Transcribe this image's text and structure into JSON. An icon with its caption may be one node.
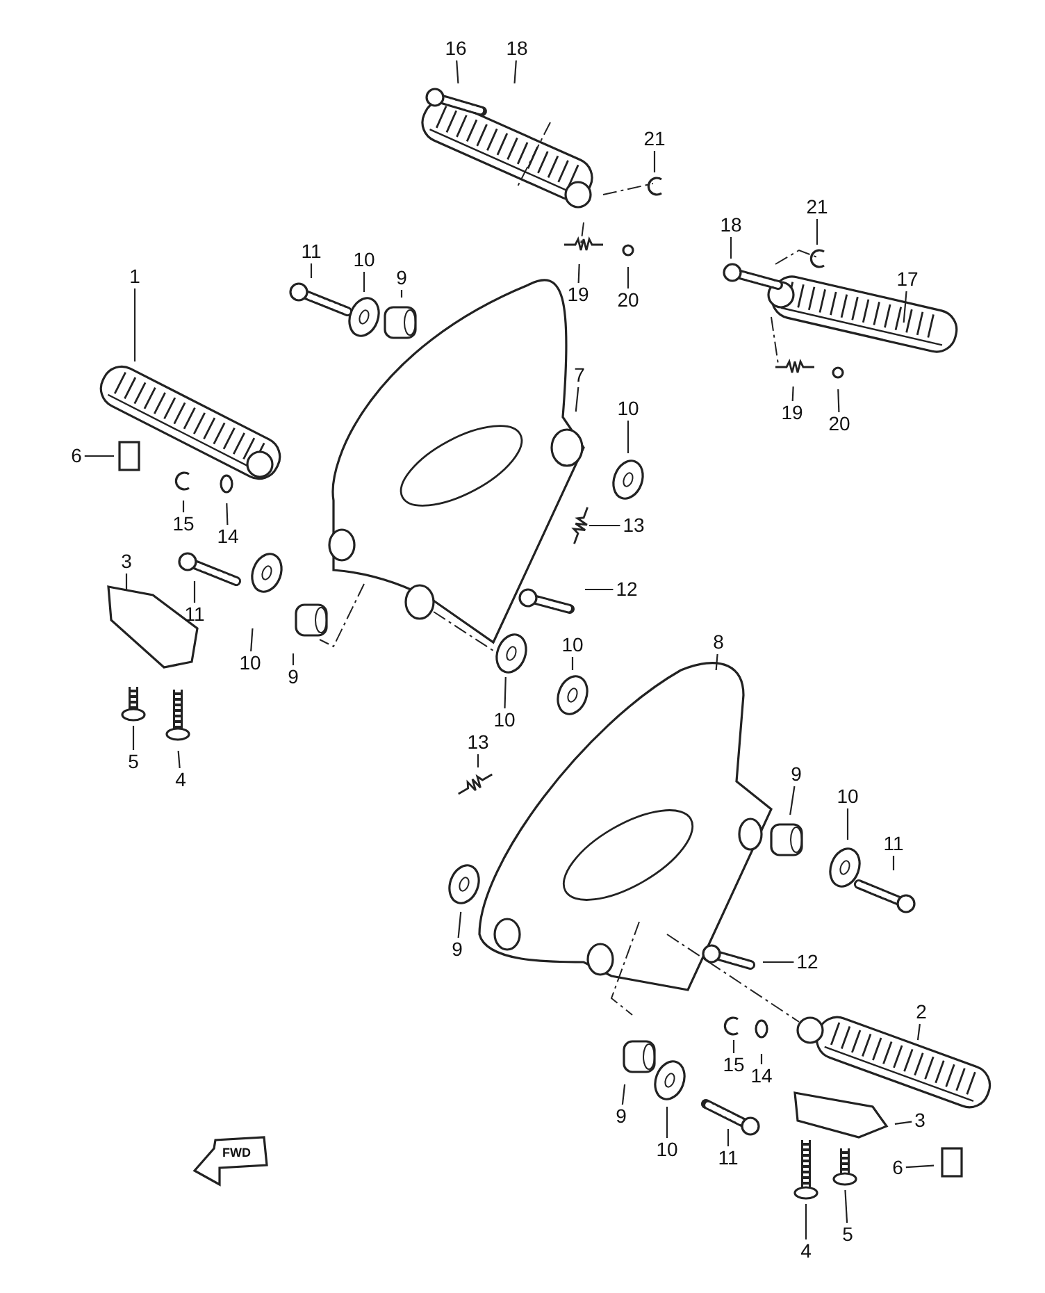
{
  "diagram": {
    "nodes": [
      {
        "text": [
          "16"
        ]
      },
      {
        "text": [
          "18"
        ]
      },
      {
        "text": [
          "21"
        ]
      },
      {
        "text": [
          "18"
        ]
      },
      {
        "text": [
          "21"
        ]
      },
      {
        "text": [
          "11"
        ]
      },
      {
        "text": [
          "10"
        ]
      },
      {
        "text": [
          "9"
        ]
      },
      {
        "text": [
          "19"
        ]
      },
      {
        "text": [
          "20"
        ]
      },
      {
        "text": [
          "17"
        ]
      },
      {
        "text": [
          "1"
        ]
      },
      {
        "text": [
          "7"
        ]
      },
      {
        "text": [
          "10"
        ]
      },
      {
        "text": [
          "6"
        ]
      },
      {
        "text": [
          "19"
        ]
      },
      {
        "text": [
          "20"
        ]
      },
      {
        "text": [
          "15"
        ]
      },
      {
        "text": [
          "14"
        ]
      },
      {
        "text": [
          "13"
        ]
      },
      {
        "text": [
          "3"
        ]
      },
      {
        "text": [
          "11"
        ]
      },
      {
        "text": [
          "12"
        ]
      },
      {
        "text": [
          "10"
        ]
      },
      {
        "text": [
          "9"
        ]
      },
      {
        "text": [
          "8"
        ]
      },
      {
        "text": [
          "10"
        ]
      },
      {
        "text": [
          "10"
        ]
      },
      {
        "text": [
          "5"
        ]
      },
      {
        "text": [
          "4"
        ]
      },
      {
        "text": [
          "13"
        ]
      },
      {
        "text": [
          "9"
        ]
      },
      {
        "text": [
          "10"
        ]
      },
      {
        "text": [
          "11"
        ]
      },
      {
        "text": [
          "9"
        ]
      },
      {
        "text": [
          "12"
        ]
      },
      {
        "text": [
          "2"
        ]
      },
      {
        "text": [
          "15"
        ]
      },
      {
        "text": [
          "14"
        ]
      },
      {
        "text": [
          "9"
        ]
      },
      {
        "text": [
          "3"
        ]
      },
      {
        "text": [
          "10"
        ]
      },
      {
        "text": [
          "11"
        ]
      },
      {
        "text": [
          "6"
        ]
      },
      {
        "text": [
          "4"
        ]
      },
      {
        "text": [
          "5"
        ]
      }
    ],
    "edges": [
      {
        "from": 0,
        "to": null,
        "arrow": "none"
      },
      {
        "from": 1,
        "to": null,
        "arrow": "none"
      },
      {
        "from": 2,
        "to": null,
        "arrow": "none"
      },
      {
        "from": 3,
        "to": null,
        "arrow": "none"
      },
      {
        "from": 4,
        "to": null,
        "arrow": "none"
      },
      {
        "from": 5,
        "to": null,
        "arrow": "none"
      },
      {
        "from": 6,
        "to": null,
        "arrow": "none"
      },
      {
        "from": 7,
        "to": null,
        "arrow": "none"
      },
      {
        "from": 8,
        "to": null,
        "arrow": "none"
      },
      {
        "from": 9,
        "to": null,
        "arrow": "none"
      },
      {
        "from": 10,
        "to": null,
        "arrow": "none"
      },
      {
        "from": 11,
        "to": null,
        "arrow": "none"
      },
      {
        "from": 12,
        "to": null,
        "arrow": "none"
      },
      {
        "from": 13,
        "to": null,
        "arrow": "none"
      },
      {
        "from": 14,
        "to": null,
        "arrow": "none"
      },
      {
        "from": 15,
        "to": null,
        "arrow": "none"
      },
      {
        "from": 16,
        "to": null,
        "arrow": "none"
      },
      {
        "from": 17,
        "to": null,
        "arrow": "none"
      },
      {
        "from": 18,
        "to": null,
        "arrow": "none"
      },
      {
        "from": 19,
        "to": null,
        "arrow": "none"
      },
      {
        "from": 20,
        "to": null,
        "arrow": "none"
      },
      {
        "from": 21,
        "to": null,
        "arrow": "none"
      },
      {
        "from": 22,
        "to": null,
        "arrow": "none"
      },
      {
        "from": 23,
        "to": null,
        "arrow": "none"
      },
      {
        "from": 24,
        "to": null,
        "arrow": "none"
      },
      {
        "from": 25,
        "to": null,
        "arrow": "none"
      },
      {
        "from": 26,
        "to": null,
        "arrow": "none"
      },
      {
        "from": 27,
        "to": null,
        "arrow": "none"
      },
      {
        "from": 28,
        "to": null,
        "arrow": "none"
      },
      {
        "from": 29,
        "to": null,
        "arrow": "none"
      },
      {
        "from": 30,
        "to": null,
        "arrow": "none"
      },
      {
        "from": 31,
        "to": null,
        "arrow": "none"
      },
      {
        "from": 32,
        "to": null,
        "arrow": "none"
      },
      {
        "from": 33,
        "to": null,
        "arrow": "none"
      },
      {
        "from": 34,
        "to": null,
        "arrow": "none"
      },
      {
        "from": 35,
        "to": null,
        "arrow": "none"
      },
      {
        "from": 36,
        "to": null,
        "arrow": "none"
      },
      {
        "from": 37,
        "to": null,
        "arrow": "none"
      },
      {
        "from": 38,
        "to": null,
        "arrow": "none"
      },
      {
        "from": 39,
        "to": null,
        "arrow": "none"
      },
      {
        "from": 40,
        "to": null,
        "arrow": "none"
      },
      {
        "from": 41,
        "to": null,
        "arrow": "none"
      },
      {
        "from": 42,
        "to": null,
        "arrow": "none"
      },
      {
        "from": 43,
        "to": null,
        "arrow": "none"
      },
      {
        "from": 44,
        "to": null,
        "arrow": "none"
      },
      {
        "from": 45,
        "to": null,
        "arrow": "none"
      }
    ],
    "labels": [
      "FWD"
    ]
  }
}
